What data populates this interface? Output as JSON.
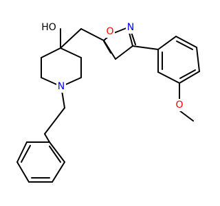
{
  "atom_labels": {
    "hydroxyl": "HO",
    "piperidine_nitrogen": "N",
    "isoxazole_oxygen": "O",
    "isoxazole_nitrogen": "N",
    "methoxy_oxygen": "O"
  },
  "colors": {
    "bond": "#000000",
    "carbon": "#000000",
    "oxygen": "#ff0000",
    "nitrogen": "#0000ff",
    "background": "#ffffff"
  }
}
